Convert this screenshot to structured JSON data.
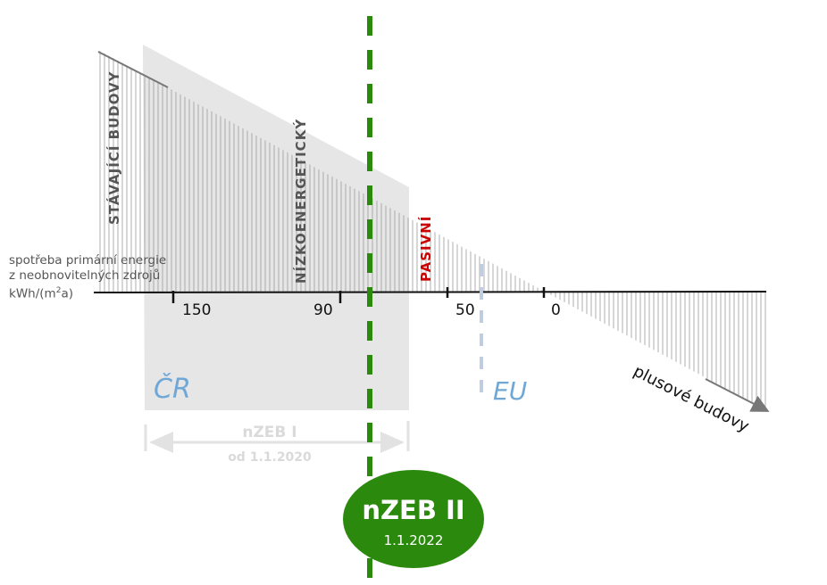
{
  "axis": {
    "label_line1": "spotřeba primární energie",
    "label_line2": "z neobnovitelných zdrojů",
    "label_line3_prefix": "kWh/(m",
    "label_line3_sup": "2",
    "label_line3_suffix": "a)",
    "ticks": [
      "150",
      "90",
      "50",
      "0"
    ]
  },
  "categories": {
    "existing": "STÁVAJÍCÍ BUDOVY",
    "low_energy": "NÍZKOENERGETICKÝ",
    "passive": "PASIVNÍ",
    "plus": "plusové budovy"
  },
  "regions": {
    "cr": "ČR",
    "eu": "EU"
  },
  "nzeb1": {
    "title": "nZEB I",
    "date": "od 1.1.2020"
  },
  "nzeb2": {
    "title": "nZEB II",
    "date": "1.1.2022"
  },
  "colors": {
    "green": "#2b8a0e",
    "grey_band": "#e6e6e6",
    "passive_red": "#cc0000",
    "region_blue": "#6fa8d6"
  }
}
